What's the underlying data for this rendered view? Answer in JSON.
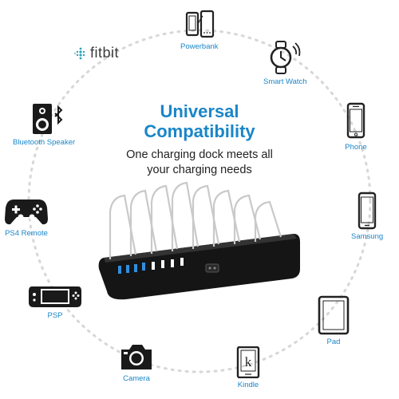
{
  "headline": {
    "line1": "Universal",
    "line2": "Compatibility"
  },
  "subtitle": {
    "line1": "One charging dock meets all",
    "line2": "your charging needs"
  },
  "brand": {
    "fitbit": "fitbit"
  },
  "colors": {
    "accent": "#1a86c8",
    "ring": "#d7d7d7",
    "dock": "#151515",
    "usb_blue": "#2f8fe0"
  },
  "devices": [
    {
      "label": "Powerbank",
      "icon": "powerbank-icon"
    },
    {
      "label": "Smart Watch",
      "icon": "smart-watch-icon"
    },
    {
      "label": "Phone",
      "icon": "phone-icon"
    },
    {
      "label": "Samsung",
      "icon": "samsung-phone-icon"
    },
    {
      "label": "Pad",
      "icon": "tablet-icon"
    },
    {
      "label": "Kindle",
      "icon": "kindle-icon"
    },
    {
      "label": "Camera",
      "icon": "camera-icon"
    },
    {
      "label": "PSP",
      "icon": "psp-icon"
    },
    {
      "label": "PS4 Remote",
      "icon": "gamepad-icon"
    },
    {
      "label": "Bluetooth Speaker",
      "icon": "bluetooth-speaker-icon"
    }
  ]
}
